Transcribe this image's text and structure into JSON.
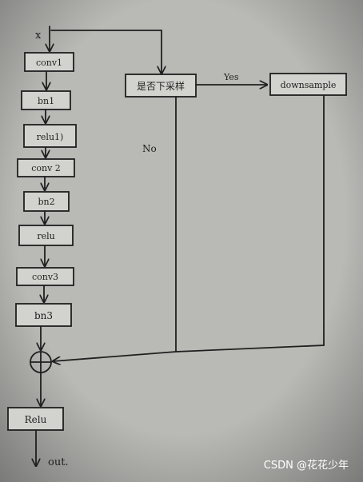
{
  "input_label": "x",
  "layers": [
    "conv1",
    "bn1",
    "relu1)",
    "conv 2",
    "bn2",
    "relu",
    "conv3",
    "bn3"
  ],
  "decision": "是否下采样",
  "yes_label": "Yes",
  "no_label": "No",
  "downsample": "downsample",
  "final_layer": "Relu",
  "output_label": "out.",
  "watermark": "CSDN @花花少年"
}
